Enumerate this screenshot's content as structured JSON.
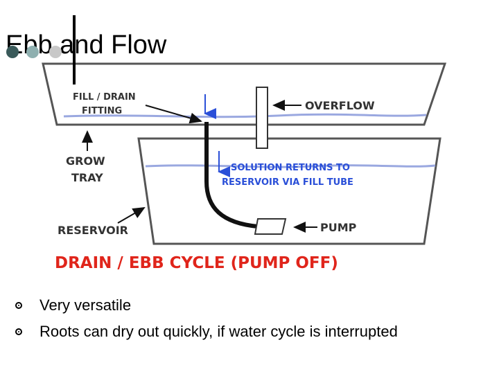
{
  "slide": {
    "title": "Ebb and Flow",
    "bullets": [
      "Very versatile",
      "Roots can dry out quickly, if water cycle is interrupted"
    ]
  },
  "diagram": {
    "labels": {
      "fill_drain_line1": "FILL / DRAIN",
      "fill_drain_line2": "FITTING",
      "overflow": "OVERFLOW",
      "grow_line1": "GROW",
      "grow_line2": "TRAY",
      "solution_line1": "SOLUTION RETURNS TO",
      "solution_line2": "RESERVOIR VIA FILL TUBE",
      "reservoir": "RESERVOIR",
      "pump": "PUMP",
      "caption": "DRAIN / EBB CYCLE (PUMP OFF)"
    },
    "colors": {
      "caption": "#e0251b",
      "water_arrow": "#2a4fd8",
      "water_line": "#9aa8e0",
      "outline": "#555555"
    }
  },
  "theme": {
    "decor_dots": [
      "#3a5a5a",
      "#8fb0b0",
      "#c8c8c8"
    ]
  }
}
